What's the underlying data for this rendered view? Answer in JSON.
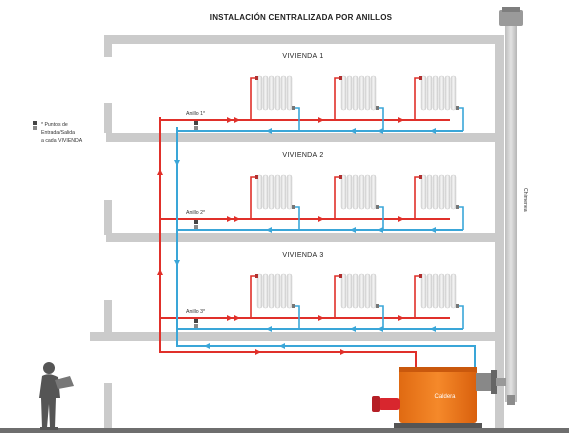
{
  "title": "INSTALACIÓN CENTRALIZADA POR ANILLOS",
  "floors": [
    {
      "name": "VIVIENDA 1",
      "ring": "Anillo 1*"
    },
    {
      "name": "VIVIENDA 2",
      "ring": "Anillo 2*"
    },
    {
      "name": "VIVIENDA 3",
      "ring": "Anillo 3*"
    }
  ],
  "legend": {
    "lines": [
      "* Puntos de",
      "Entrada/Salida",
      "a cada VIVIENDA"
    ]
  },
  "chimney_label": "Chimenea",
  "boiler_label": "Caldera",
  "colors": {
    "supply": "#e0302a",
    "return": "#3aa6d8",
    "structure": "#c8c8c8",
    "boiler": "#f07a1e",
    "radiator": "#ececec"
  }
}
